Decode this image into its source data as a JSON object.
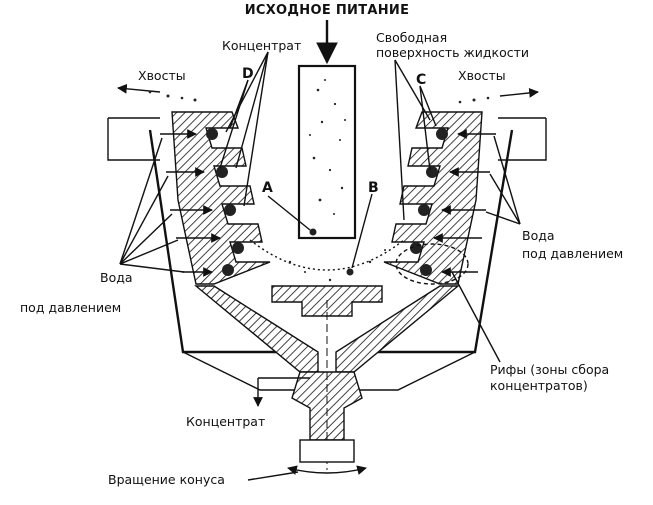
{
  "labels": {
    "feed": "ИСХОДНОЕ ПИТАНИЕ",
    "concentrate_top": "Концентрат",
    "free_surface_line1": "Свободная",
    "free_surface_line2": "поверхность жидкости",
    "tails_left": "Хвосты",
    "tails_right": "Хвосты",
    "point_d": "D",
    "point_c": "C",
    "point_a": "A",
    "point_b": "B",
    "water_left_line1": "Вода",
    "water_left_line2": "под давлением",
    "water_right_line1": "Вода",
    "water_right_line2": "под давлением",
    "riffles_line1": "Рифы (зоны сбора",
    "riffles_line2": "концентратов)",
    "concentrate_bottom": "Концентрат",
    "cone_rotation": "Вращение конуса"
  }
}
